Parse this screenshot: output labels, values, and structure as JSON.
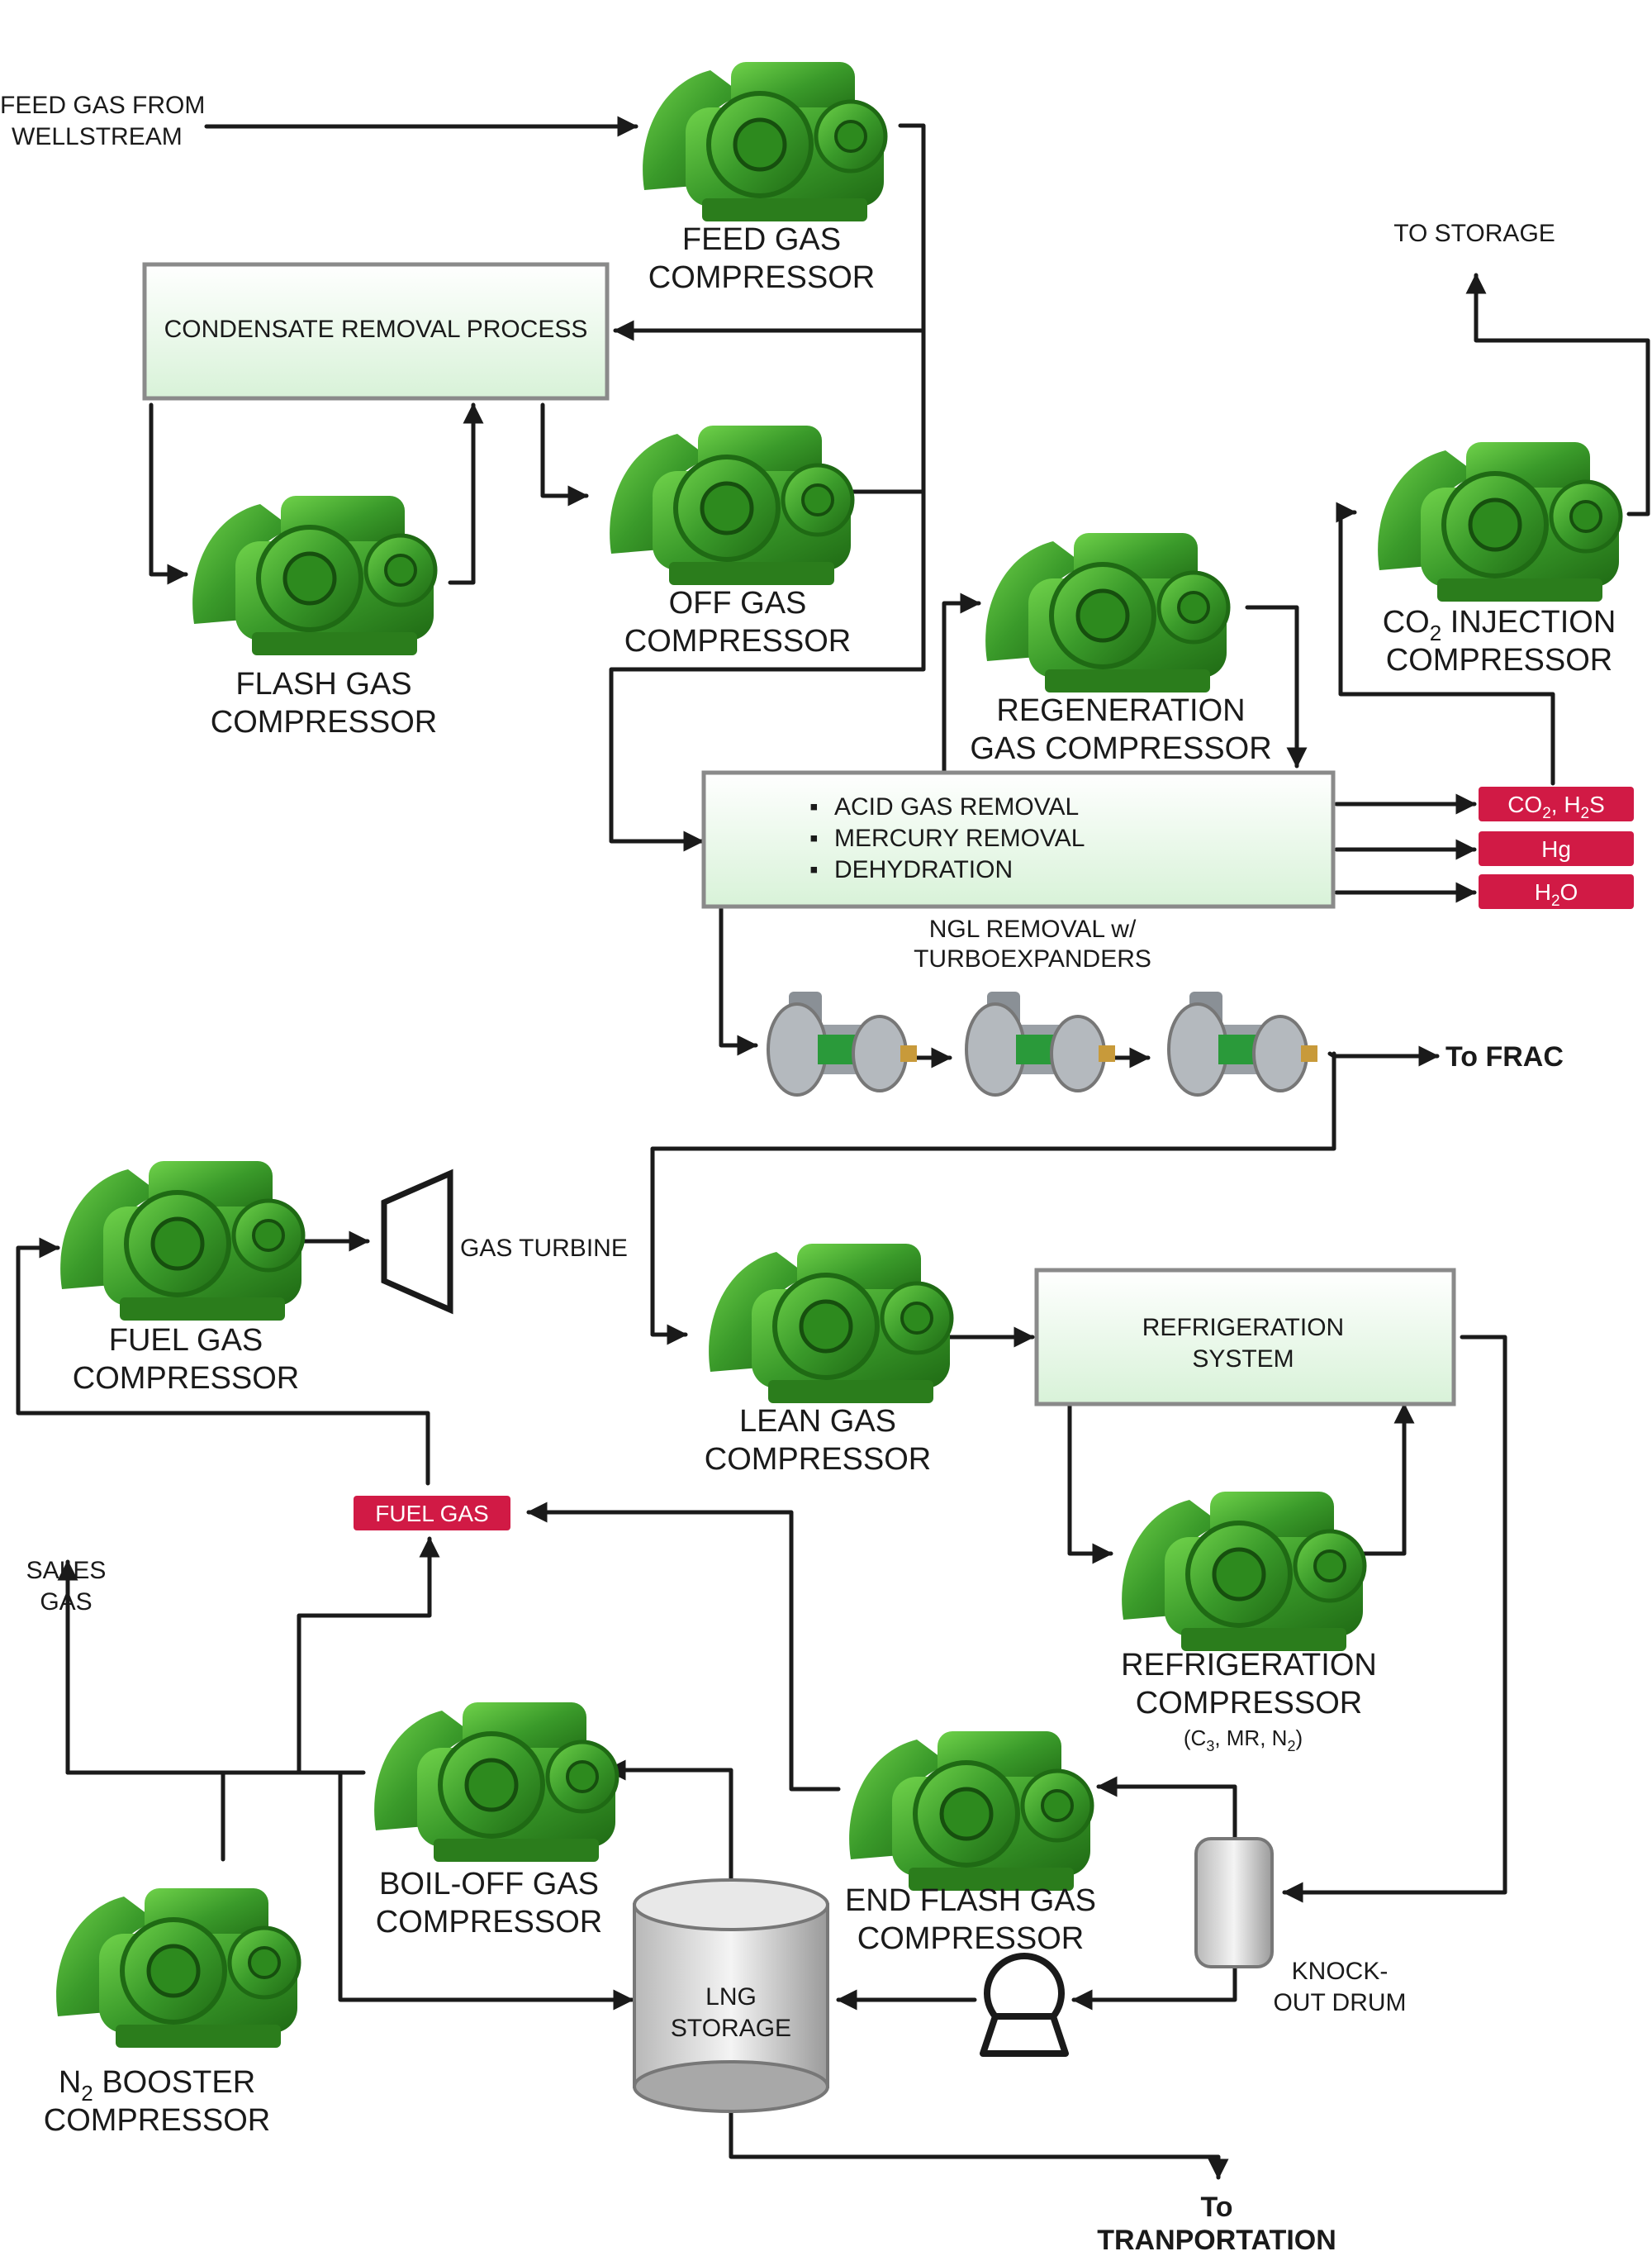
{
  "colors": {
    "compressor": "#3a9a2a",
    "compressor_dark": "#1f6a14",
    "tag": "#d11a45",
    "box_fill_top": "#ffffff",
    "box_fill_bottom": "#d8f2d8"
  },
  "labels": {
    "feed_gas_source": [
      "FEED GAS FROM",
      "WELLSTREAM"
    ],
    "feed_gas_compressor": [
      "FEED GAS",
      "COMPRESSOR"
    ],
    "condensate_removal": "CONDENSATE REMOVAL PROCESS",
    "flash_gas_compressor": [
      "FLASH GAS",
      "COMPRESSOR"
    ],
    "off_gas_compressor": [
      "OFF GAS",
      "COMPRESSOR"
    ],
    "to_storage": "TO STORAGE",
    "co2_injection_compressor": {
      "pre": "CO",
      "sub": "2",
      "post": " INJECTION",
      "line2": "COMPRESSOR"
    },
    "regeneration_compressor": [
      "REGENERATION",
      "GAS COMPRESSOR"
    ],
    "treatment_items": [
      "ACID GAS REMOVAL",
      "MERCURY REMOVAL",
      "DEHYDRATION"
    ],
    "bullet": "▪",
    "ngl_removal": [
      "NGL REMOVAL w/",
      "TURBOEXPANDERS"
    ],
    "to_frac": "To FRAC",
    "fuel_gas_compressor": [
      "FUEL GAS",
      "COMPRESSOR"
    ],
    "gas_turbine": "GAS TURBINE",
    "lean_gas_compressor": [
      "LEAN GAS",
      "COMPRESSOR"
    ],
    "refrigeration_system": [
      "REFRIGERATION",
      "SYSTEM"
    ],
    "refrigeration_compressor": [
      "REFRIGERATION",
      "COMPRESSOR"
    ],
    "refrigerants": {
      "open": "(C",
      "s1": "3",
      "mid": ", MR, N",
      "s2": "2",
      "close": ")"
    },
    "sales_gas": [
      "SALES",
      "GAS"
    ],
    "boil_off_compressor": [
      "BOIL-OFF GAS",
      "COMPRESSOR"
    ],
    "end_flash_compressor": [
      "END FLASH GAS",
      "COMPRESSOR"
    ],
    "knock_out_drum": [
      "KNOCK-",
      "OUT DRUM"
    ],
    "lng_storage": [
      "LNG",
      "STORAGE"
    ],
    "n2_booster": {
      "pre": "N",
      "sub": "2",
      "post": " BOOSTER",
      "line2": "COMPRESSOR"
    },
    "to_transportation": [
      "To",
      "TRANPORTATION"
    ]
  },
  "tags": {
    "co2_h2s": {
      "a": "CO",
      "a_sub": "2",
      "b": ", H",
      "b_sub": "2",
      "c": "S"
    },
    "hg": "Hg",
    "h2o": {
      "a": "H",
      "a_sub": "2",
      "b": "O"
    },
    "fuel_gas": "FUEL GAS"
  }
}
